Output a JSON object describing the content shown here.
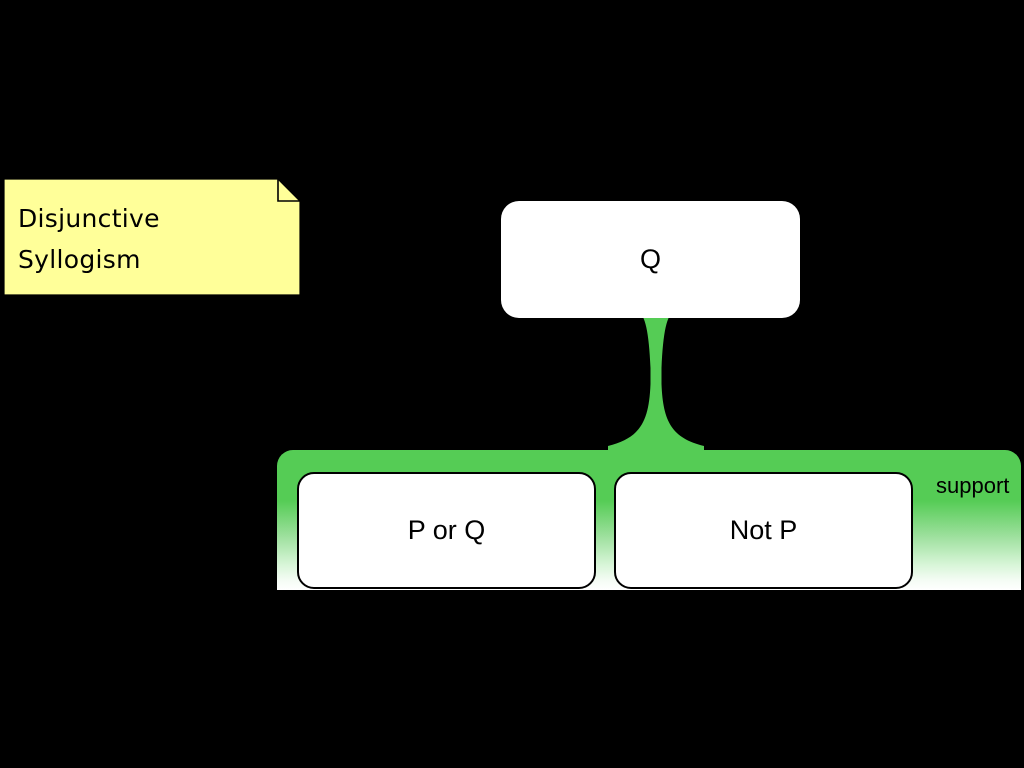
{
  "diagram": {
    "background_color": "#000000",
    "note": {
      "text": "Disjunctive\nSyllogism",
      "fill_color": "#ffff99",
      "border_color": "#000000"
    },
    "conclusion": {
      "label": "Q",
      "fill_color": "#ffffff"
    },
    "connector": {
      "name": "support-connector",
      "color": "#55cc55"
    },
    "support": {
      "label": "support",
      "color_top": "#55cc55",
      "color_bottom": "#ffffff"
    },
    "premises": [
      {
        "label": "P or Q"
      },
      {
        "label": "Not P"
      }
    ]
  }
}
